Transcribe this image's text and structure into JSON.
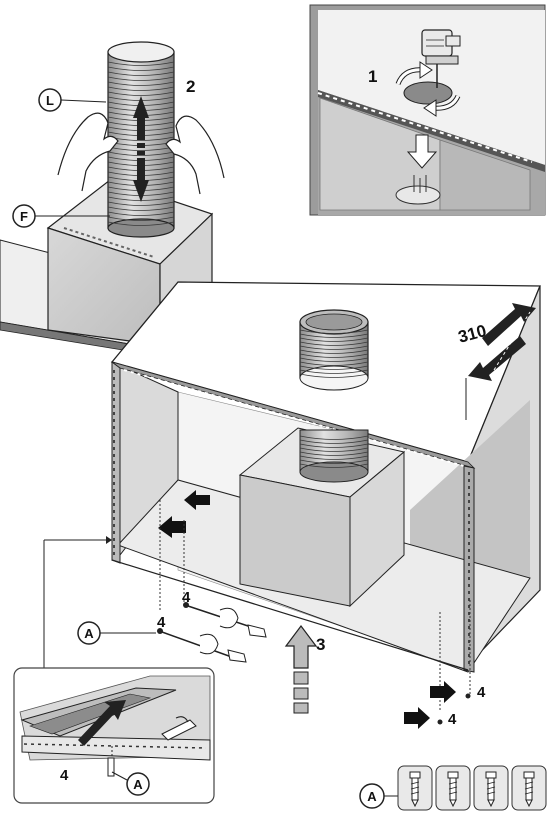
{
  "steps": {
    "cut": "1",
    "duct": "2",
    "push": "3"
  },
  "dimension": "310",
  "parts": {
    "duct_lower": "L",
    "flange": "F",
    "screw": "A"
  },
  "screw_qty": "4",
  "colors": {
    "line": "#1a1a1a",
    "panel_gray": "#c8c8c8",
    "panel_light": "#ececec",
    "inset_bg": "#9c9c9c",
    "arrow_dark": "#222222"
  },
  "icons": [
    "saw-icon",
    "rotate-arrow-icon",
    "screw-icon",
    "hand-icon"
  ]
}
